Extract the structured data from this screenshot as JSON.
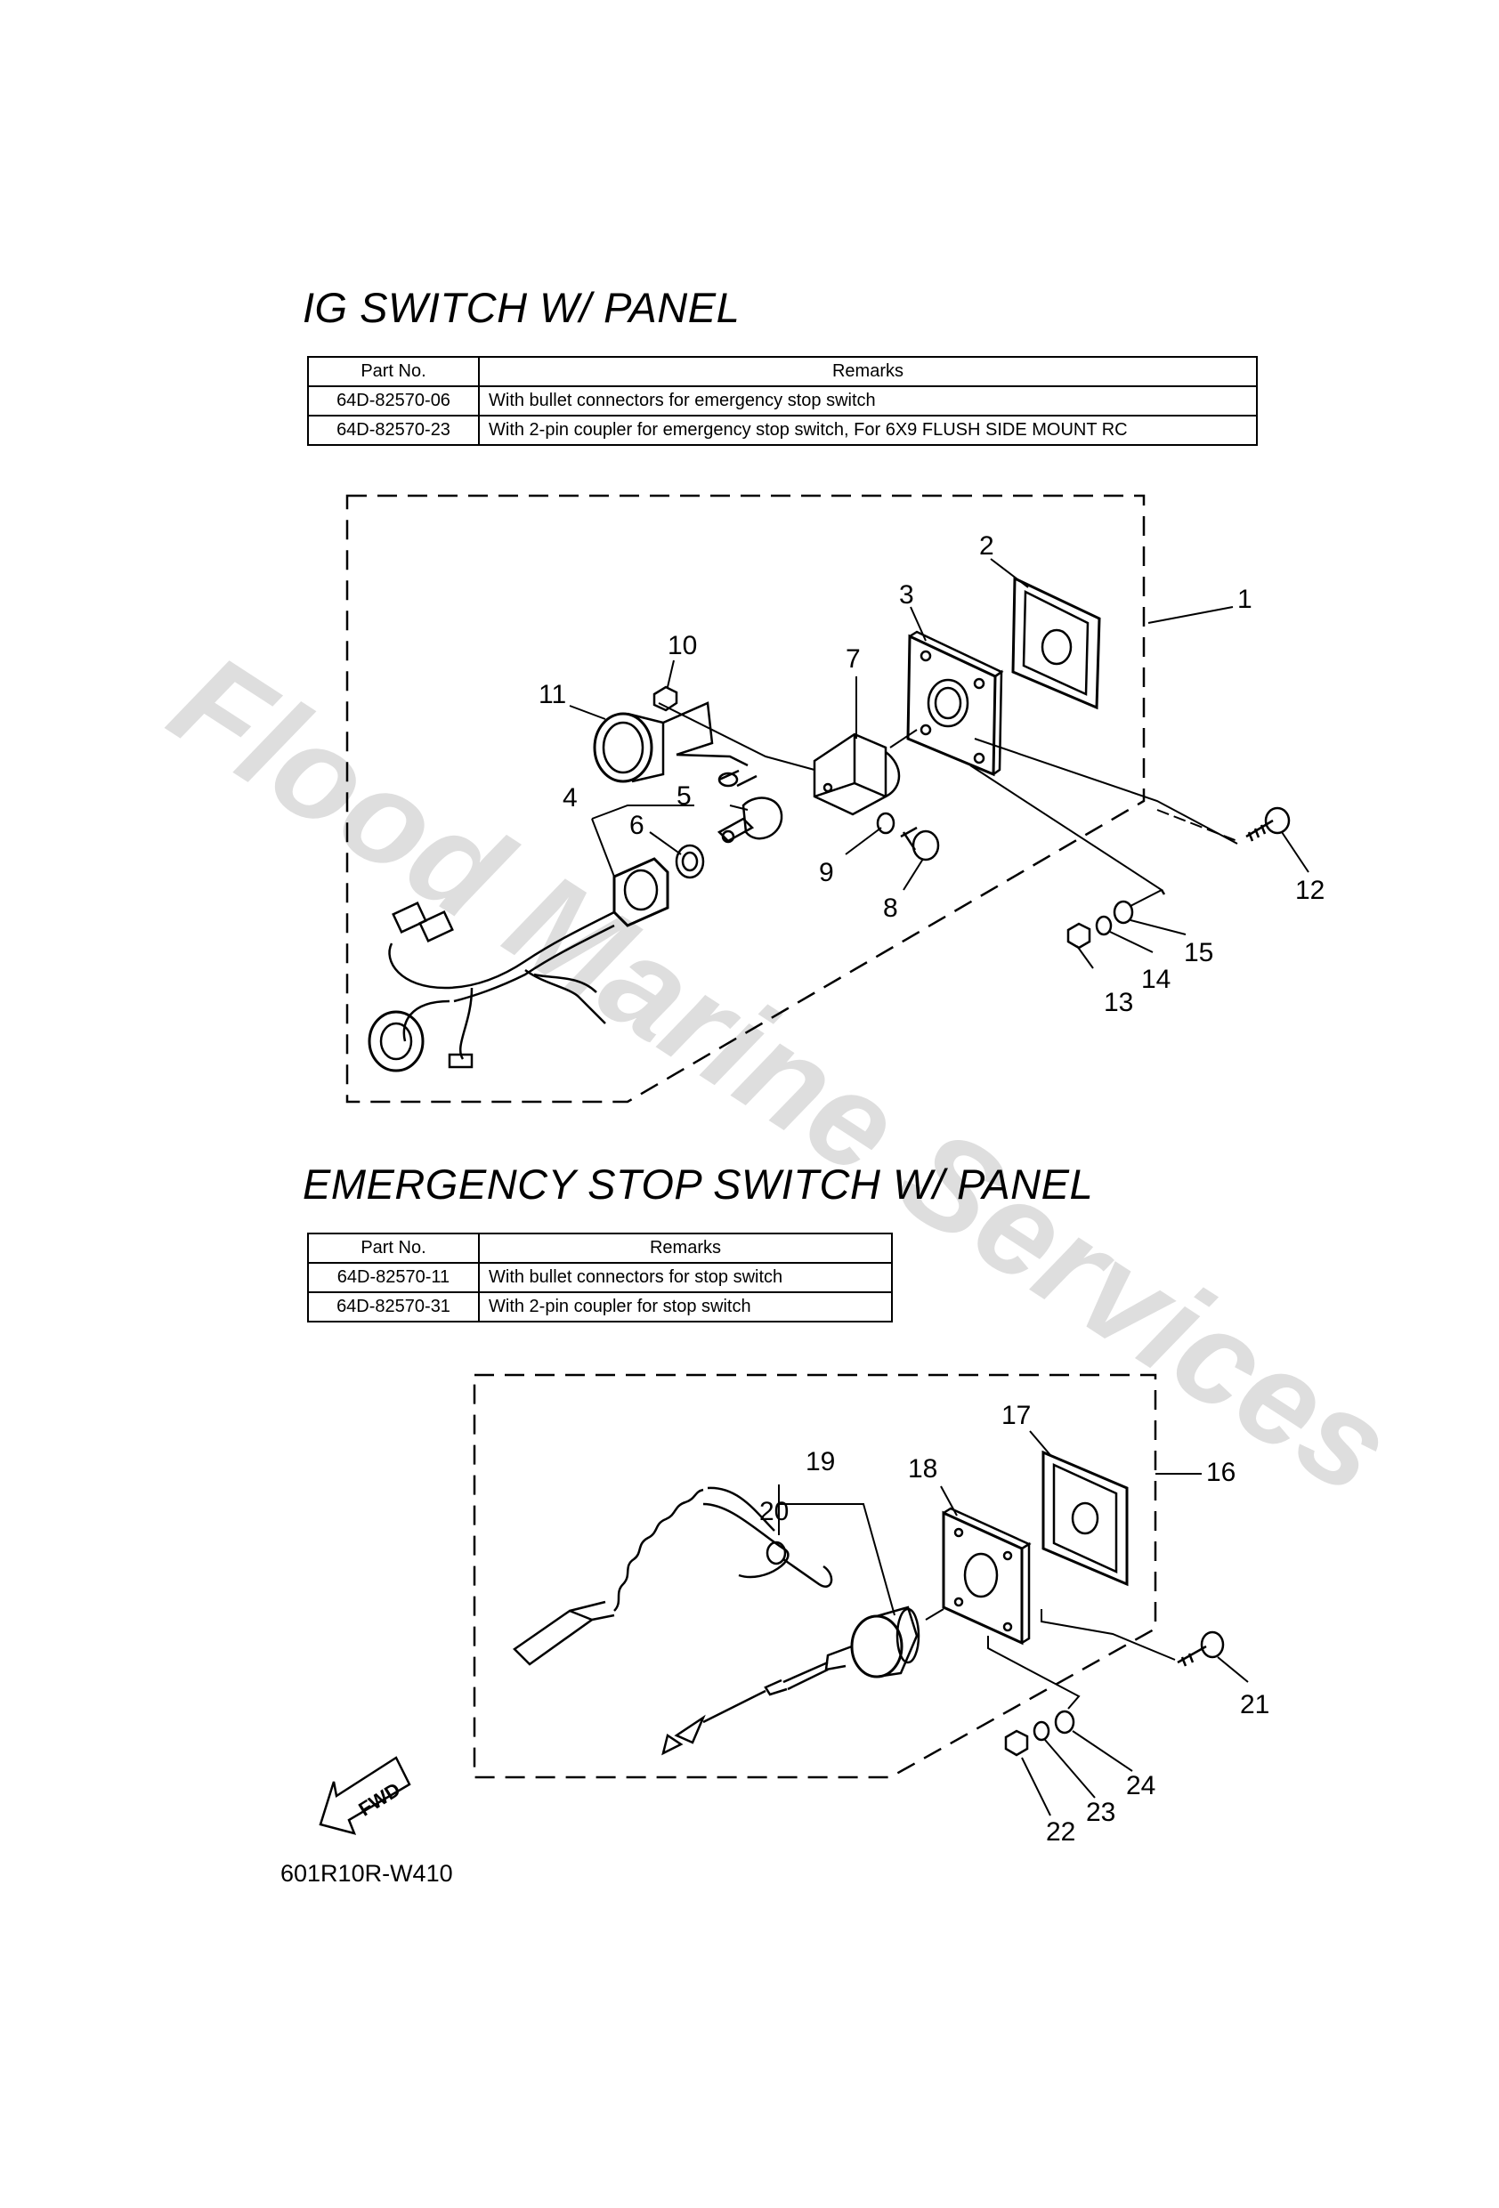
{
  "watermark": "Flood Marine Services",
  "sections": [
    {
      "title": "IG SWITCH W/ PANEL",
      "table": {
        "headers": [
          "Part No.",
          "Remarks"
        ],
        "rows": [
          [
            "64D-82570-06",
            "With bullet connectors for emergency stop switch"
          ],
          [
            "64D-82570-23",
            "With 2-pin coupler for emergency stop switch, For 6X9 FLUSH SIDE MOUNT RC"
          ]
        ]
      },
      "callouts": [
        "1",
        "2",
        "3",
        "4",
        "5",
        "6",
        "7",
        "8",
        "9",
        "10",
        "11",
        "12",
        "13",
        "14",
        "15"
      ]
    },
    {
      "title": "EMERGENCY STOP SWITCH W/ PANEL",
      "table": {
        "headers": [
          "Part No.",
          "Remarks"
        ],
        "rows": [
          [
            "64D-82570-11",
            "With bullet connectors for stop switch"
          ],
          [
            "64D-82570-31",
            "With 2-pin coupler for stop switch"
          ]
        ]
      },
      "callouts": [
        "16",
        "17",
        "18",
        "19",
        "20",
        "21",
        "22",
        "23",
        "24"
      ]
    }
  ],
  "fwd_label": "FWD",
  "diagram_code": "601R10R-W410",
  "colors": {
    "line": "#000000",
    "watermark": "#d9d9d9"
  }
}
